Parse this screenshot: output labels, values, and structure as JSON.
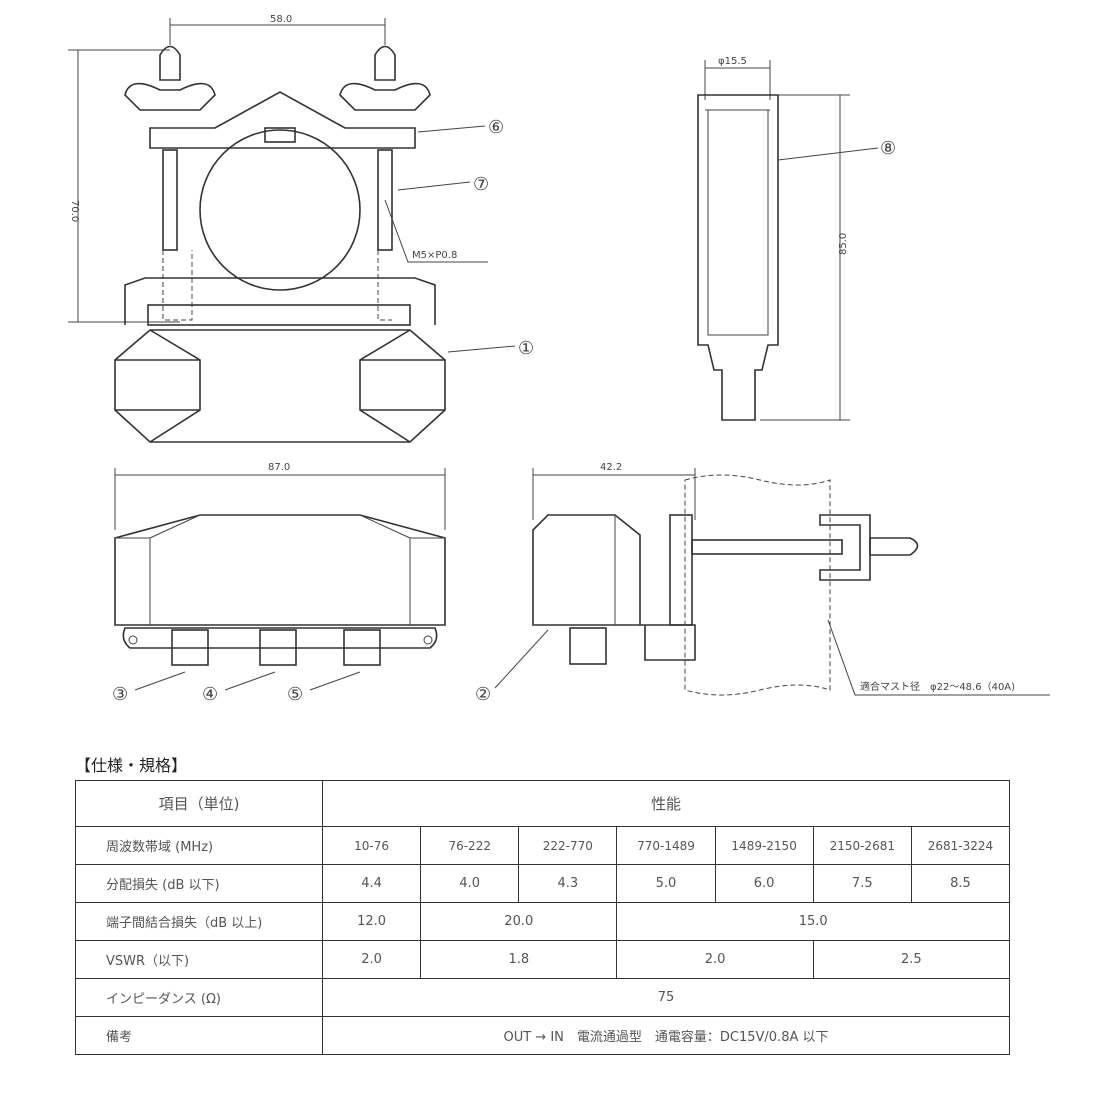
{
  "dimensions": {
    "front_width": "58.0",
    "front_height": "70.0",
    "side_diameter": "φ15.5",
    "side_height": "85.0",
    "bottom_width": "87.0",
    "depth": "42.2",
    "thread": "M5×P0.8",
    "mast": "適合マスト径　φ22～48.6（40A)"
  },
  "callouts": [
    "①",
    "②",
    "③",
    "④",
    "⑤",
    "⑥",
    "⑦",
    "⑧"
  ],
  "spec": {
    "title": "【仕様・規格】",
    "header": {
      "item": "項目（単位)",
      "performance": "性能"
    },
    "rows": {
      "freq": {
        "label": "周波数帯域 (MHz)",
        "values": [
          "10-76",
          "76-222",
          "222-770",
          "770-1489",
          "1489-2150",
          "2150-2681",
          "2681-3224"
        ]
      },
      "loss": {
        "label": "分配損失 (dB 以下)",
        "values": [
          "4.4",
          "4.0",
          "4.3",
          "5.0",
          "6.0",
          "7.5",
          "8.5"
        ]
      },
      "isolation": {
        "label": "端子間結合損失（dB 以上)",
        "values": [
          "12.0",
          "20.0",
          "15.0"
        ]
      },
      "vswr": {
        "label": "VSWR（以下)",
        "values": [
          "2.0",
          "1.8",
          "2.0",
          "2.5"
        ]
      },
      "impedance": {
        "label": "インピーダンス (Ω)",
        "value": "75"
      },
      "notes": {
        "label": "備考",
        "value": "OUT → IN　電流通過型　通電容量：DC15V/0.8A 以下"
      }
    }
  }
}
